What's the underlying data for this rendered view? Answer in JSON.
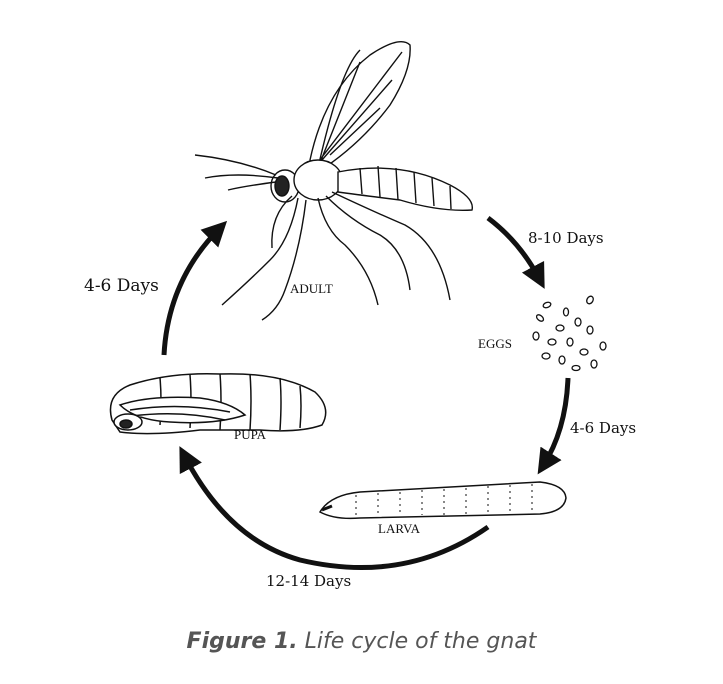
{
  "diagram": {
    "stages": {
      "adult": "ADULT",
      "eggs": "EGGS",
      "larva": "LARVA",
      "pupa": "PUPA"
    },
    "durations": {
      "adult_to_eggs": "8-10 Days",
      "eggs_to_larva": "4-6 Days",
      "larva_to_pupa": "12-14 Days",
      "pupa_to_adult": "4-6 Days"
    }
  },
  "caption": {
    "label": "Figure 1.",
    "text": " Life cycle of the gnat"
  }
}
